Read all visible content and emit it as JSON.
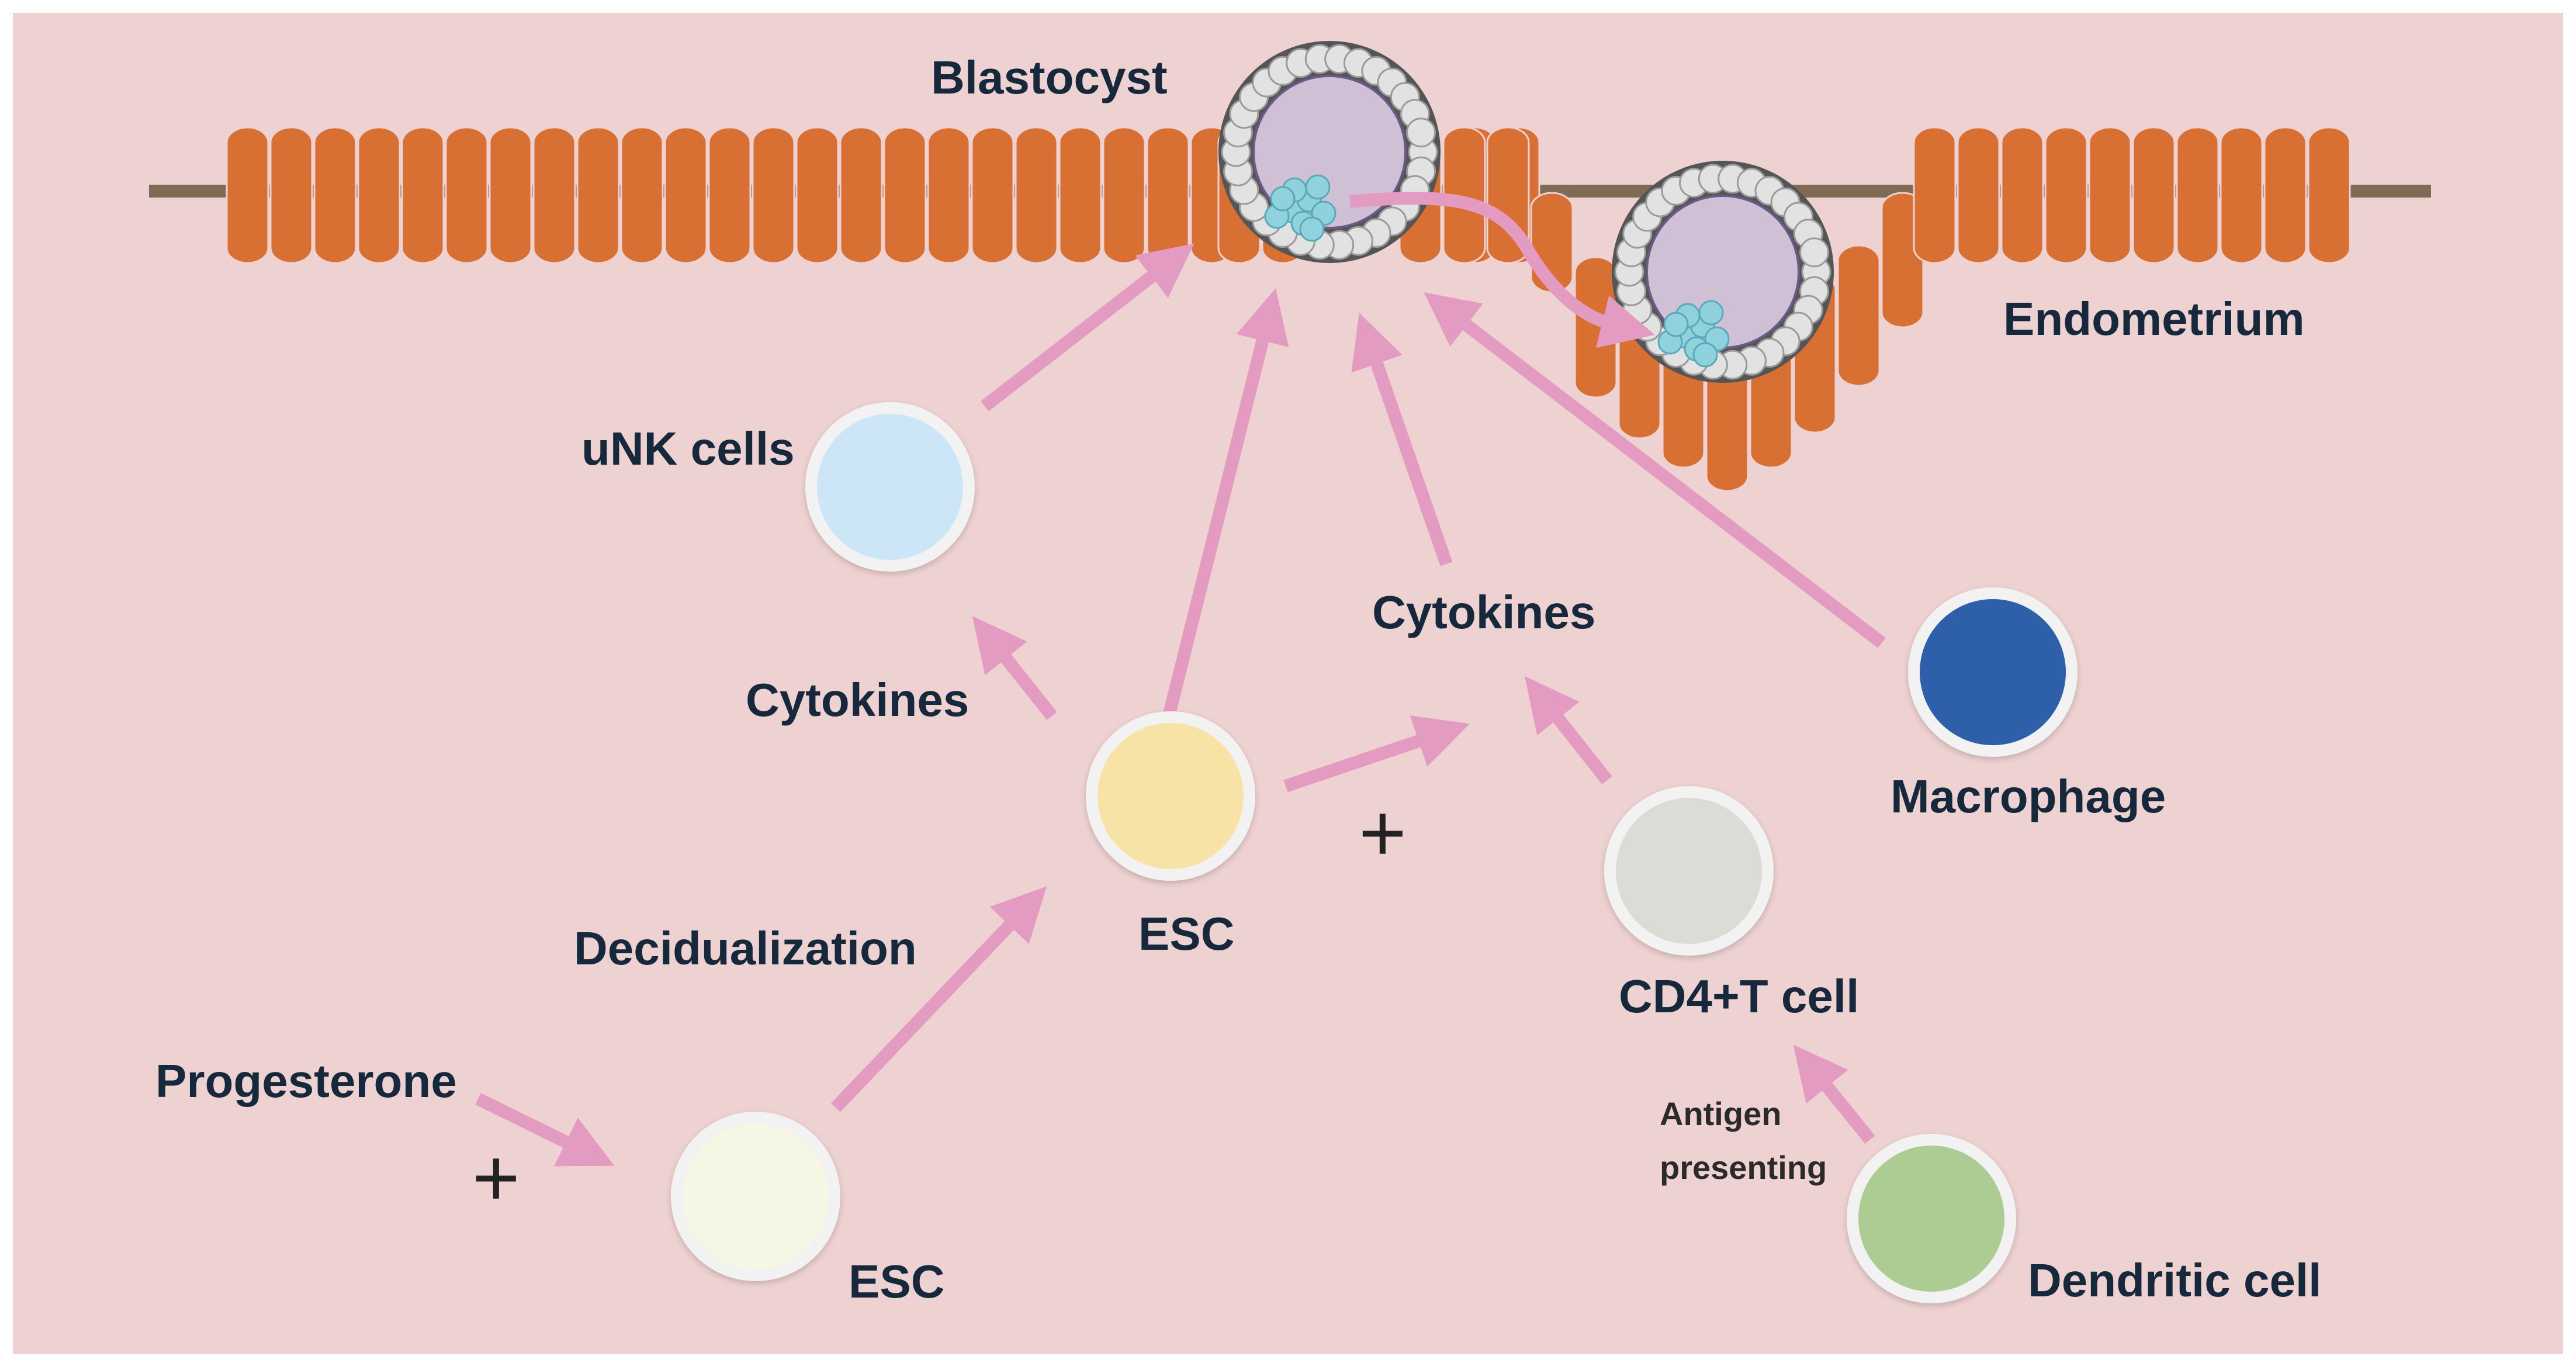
{
  "labels": {
    "blastocyst": "Blastocyst",
    "endometrium": "Endometrium",
    "unk_cells": "uNK cells",
    "cytokines_left": "Cytokines",
    "cytokines_center": "Cytokines",
    "macrophage": "Macrophage",
    "esc_upper": "ESC",
    "esc_lower": "ESC",
    "decidualization": "Decidualization",
    "progesterone": "Progesterone",
    "cd4_t_cell": "CD4+T cell",
    "antigen_line1": "Antigen",
    "antigen_line2": "presenting",
    "dendritic_cell": "Dendritic cell",
    "plus_sign": "+"
  },
  "colors": {
    "background": "#eed1d1",
    "arrow": "#e49bc2",
    "epithelium": "#d86f33",
    "basement": "#7f6a55",
    "unk_cell": "#cce6f8",
    "esc_upper": "#f7e3a6",
    "esc_lower": "#f6f6e4",
    "macrophage": "#2f5ea9",
    "cd4_t_cell": "#dcdcd6",
    "dendritic_cell": "#adcc94",
    "blastocyst_inner": "#cfc0d6",
    "inner_cell_mass": "#8fd2de"
  }
}
